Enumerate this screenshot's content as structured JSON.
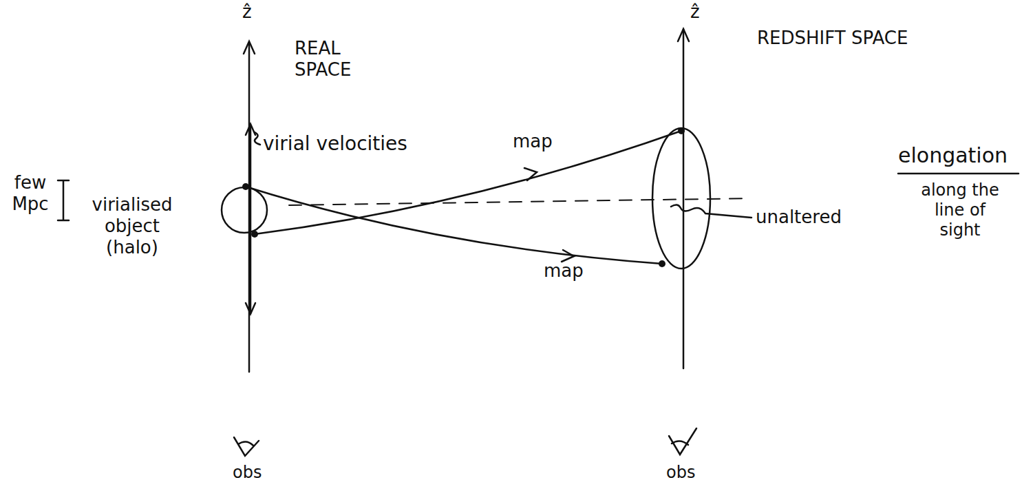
{
  "diagram": {
    "labels": [
      "ẑ",
      "REAL SPACE",
      "ẑ",
      "REDSHIFT SPACE",
      "virial velocities",
      "map",
      "elongation",
      "along the line of sight",
      "few Mpc",
      "virialised object (halo)",
      "unaltered",
      "map",
      "obs",
      "obs"
    ]
  }
}
